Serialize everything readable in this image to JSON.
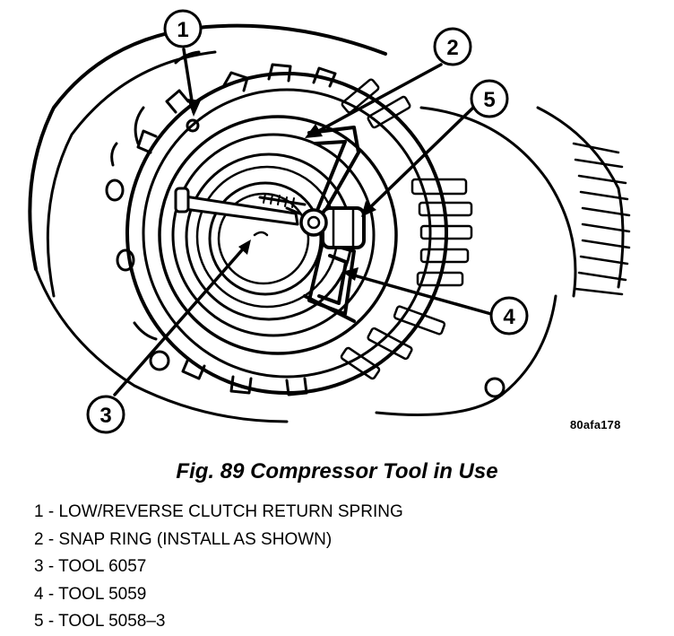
{
  "figure": {
    "drawing_id": "80afa178",
    "callouts": [
      "1",
      "2",
      "3",
      "4",
      "5"
    ]
  },
  "caption": "Fig. 89 Compressor Tool in Use",
  "legend": [
    "1 - LOW/REVERSE CLUTCH RETURN SPRING",
    "2 - SNAP RING (INSTALL AS SHOWN)",
    "3 - TOOL 6057",
    "4 - TOOL 5059",
    "5 - TOOL 5058–3"
  ]
}
